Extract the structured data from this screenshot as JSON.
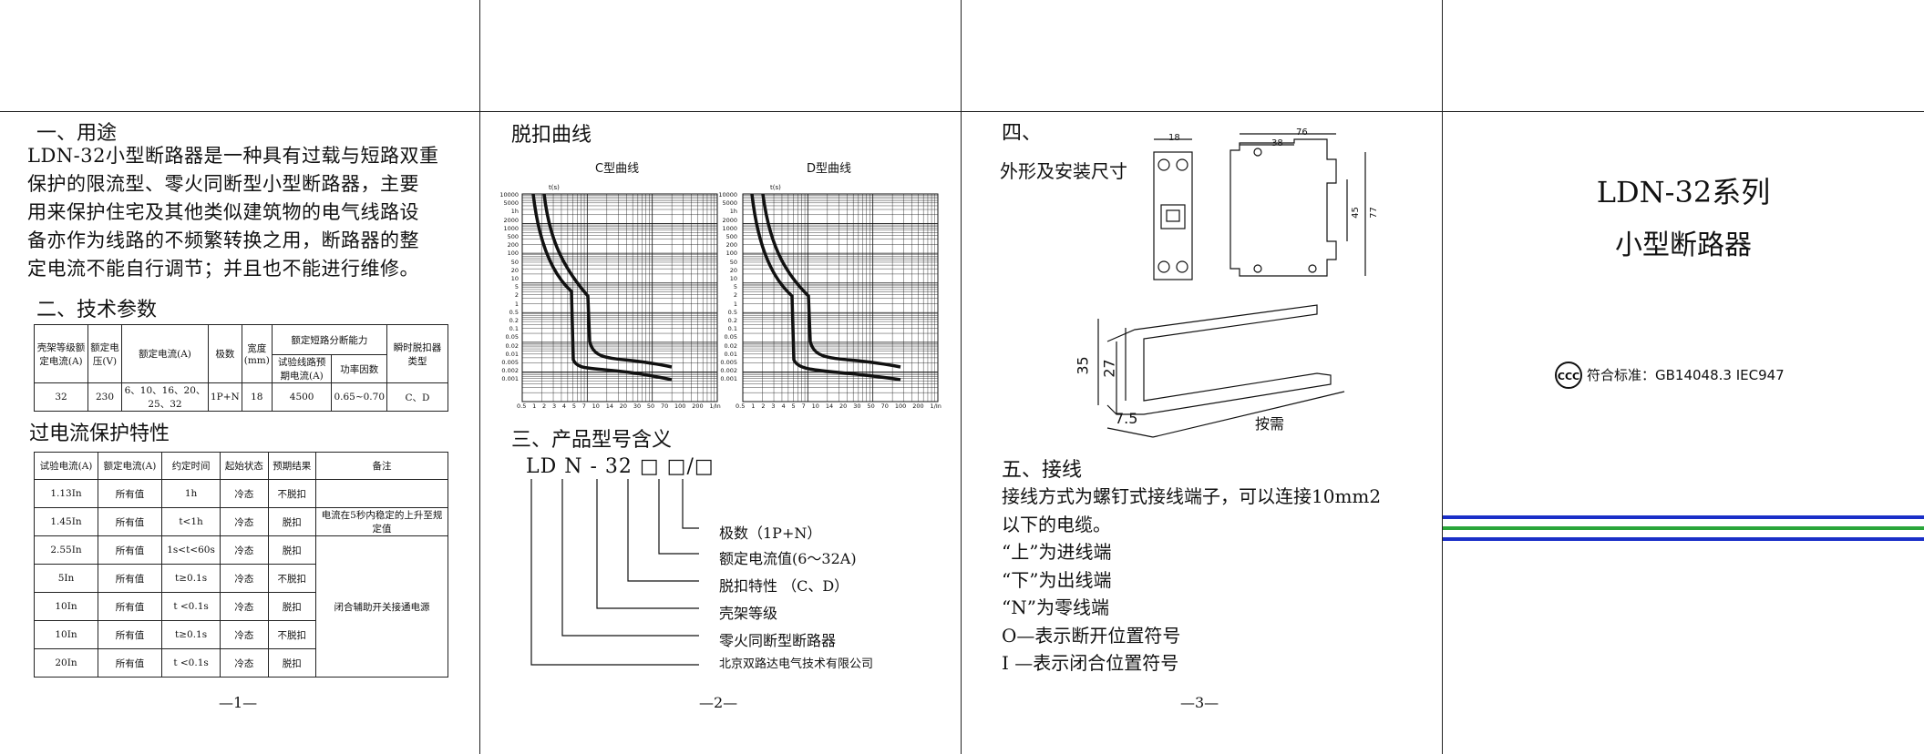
{
  "page1": {
    "sec1_title": "一、用途",
    "sec1_lines": [
      "LDN-32小型断路器是一种具有过载与短路双重",
      "保护的限流型、零火同断型小型断路器，主要",
      "用来保护住宅及其他类似建筑物的电气线路设",
      "备亦作为线路的不频繁转换之用，断路器的整",
      "定电流不能自行调节；并且也不能进行维修。"
    ],
    "sec2_title": "二、技术参数",
    "tech": {
      "h_frame": "壳架等级额定电流(A)",
      "h_voltage": "额定电压(V)",
      "h_current": "额定电流(A)",
      "h_poles": "极数",
      "h_width": "宽度(mm)",
      "h_breaking": "额定短路分断能力",
      "h_test_current": "试验线路预期电流(A)",
      "h_pf": "功率因数",
      "h_trip": "瞬时脱扣器类型",
      "row": [
        "32",
        "230",
        "6、10、16、20、25、32",
        "1P+N",
        "18",
        "4500",
        "0.65~0.70",
        "C、D"
      ]
    },
    "sec3_title": "过电流保护特性",
    "ovp": {
      "headers": [
        "试验电流(A)",
        "额定电流(A)",
        "约定时间",
        "起始状态",
        "预期结果",
        "备注"
      ],
      "rows": [
        [
          "1.13In",
          "所有值",
          "1h",
          "冷态",
          "不脱扣"
        ],
        [
          "1.45In",
          "所有值",
          "t<1h",
          "冷态",
          "脱扣"
        ],
        [
          "2.55In",
          "所有值",
          "1s<t<60s",
          "冷态",
          "脱扣"
        ],
        [
          "5In",
          "所有值",
          "t≥0.1s",
          "冷态",
          "不脱扣"
        ],
        [
          "10In",
          "所有值",
          "t <0.1s",
          "冷态",
          "脱扣"
        ],
        [
          "10In",
          "所有值",
          "t≥0.1s",
          "冷态",
          "不脱扣"
        ],
        [
          "20In",
          "所有值",
          "t <0.1s",
          "冷态",
          "脱扣"
        ]
      ],
      "note1": "电流在5秒内稳定的上升至规定值",
      "note2": "闭合辅助开关接通电源"
    },
    "page_num": "—1—"
  },
  "page2": {
    "title": "脱扣曲线",
    "curve_c": "C型曲线",
    "curve_d": "D型曲线",
    "t_label": "t(s)",
    "yticks": [
      "10000",
      "5000",
      "1h",
      "2000",
      "1000",
      "500",
      "200",
      "100",
      "50",
      "20",
      "10",
      "5",
      "2",
      "1",
      "0.5",
      "0.2",
      "0.1",
      "0.05",
      "0.02",
      "0.01",
      "0.005",
      "0.002",
      "0.001"
    ],
    "xticks": [
      "0.5",
      "1",
      "2",
      "3",
      "4",
      "5",
      "7",
      "10",
      "14",
      "20",
      "30",
      "50",
      "70",
      "100",
      "200",
      "1/In"
    ],
    "sec3_title": "三、产品型号含义",
    "model_code": "LD N - 32 □ □/□",
    "legend": [
      "极数（1P+N）",
      "额定电流值(6～32A)",
      "脱扣特性 （C、D）",
      "壳架等级",
      "零火同断型断路器",
      "北京双路达电气技术有限公司"
    ],
    "page_num": "—2—"
  },
  "page3": {
    "sec4_title": "四、",
    "sec4_sub": "外形及安装尺寸",
    "dims": {
      "w18": "18",
      "w76": "76",
      "w38": "38",
      "h45": "45",
      "h77": "77",
      "d35": "35",
      "d27": "27",
      "d75": "7.5",
      "need": "按需"
    },
    "sec5_title": "五、接线",
    "wiring": [
      "接线方式为螺钉式接线端子，可以连接10mm2",
      "以下的电缆。",
      "“上”为进线端",
      "“下”为出线端",
      "“N”为零线端",
      " O—表示断开位置符号",
      " I —表示闭合位置符号"
    ],
    "page_num": "—3—"
  },
  "page4": {
    "title": "LDN-32系列",
    "subtitle": "小型断路器",
    "std": "符合标准：GB14048.3  IEC947",
    "stripes": [
      "#1a2fc8",
      "#2aa63a",
      "#1a2fc8"
    ]
  }
}
